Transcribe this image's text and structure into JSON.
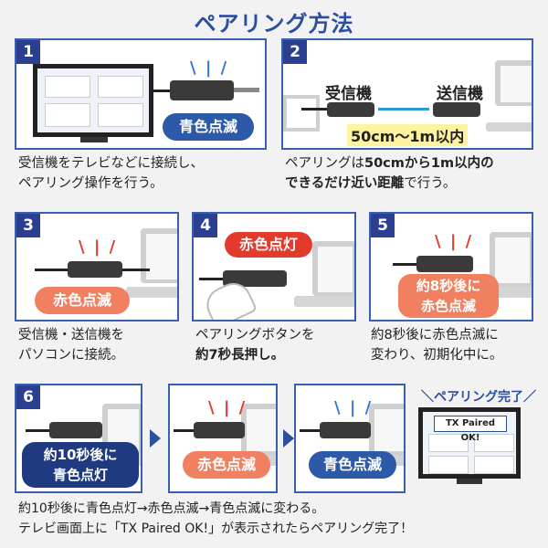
{
  "title": "ペアリング方法",
  "steps": [
    {
      "num": "1",
      "bubble": "青色点滅",
      "caption1": "受信機をテレビなどに接続し、",
      "caption2": "ペアリング操作を行う。"
    },
    {
      "num": "2",
      "receiver": "受信機",
      "transmitter": "送信機",
      "distance": "50cm〜1m以内",
      "caption1_pre": "ペアリングは",
      "caption1_bold": "50cmから1m以内の",
      "caption2_bold": "できるだけ近い距離",
      "caption2_post": "で行う。"
    },
    {
      "num": "3",
      "bubble": "赤色点滅",
      "caption1": "受信機・送信機を",
      "caption2": "パソコンに接続。"
    },
    {
      "num": "4",
      "bubble": "赤色点灯",
      "caption1": "ペアリングボタンを",
      "caption2_bold": "約7秒長押し。"
    },
    {
      "num": "5",
      "bubble1": "約8秒後に",
      "bubble2": "赤色点滅",
      "caption1": "約8秒後に赤色点滅に",
      "caption2": "変わり、初期化中に。"
    },
    {
      "num": "6",
      "bubble1": "約10秒後に",
      "bubble2": "青色点灯"
    }
  ],
  "row3": {
    "middle_bubble": "赤色点滅",
    "right_bubble": "青色点滅",
    "complete_label": "＼ペアリング完了／",
    "tv_message": "TX Paired OK!",
    "caption1": "約10秒後に青色点灯→赤色点滅→青色点滅に変わる。",
    "caption2": "テレビ画面上に「TX Paired OK!」が表示されたらペアリング完了！"
  },
  "colors": {
    "accent": "#2a4ea0",
    "blue_badge": "#2c5aa8",
    "orange_badge": "#f08060",
    "red_badge": "#e23b2b"
  }
}
